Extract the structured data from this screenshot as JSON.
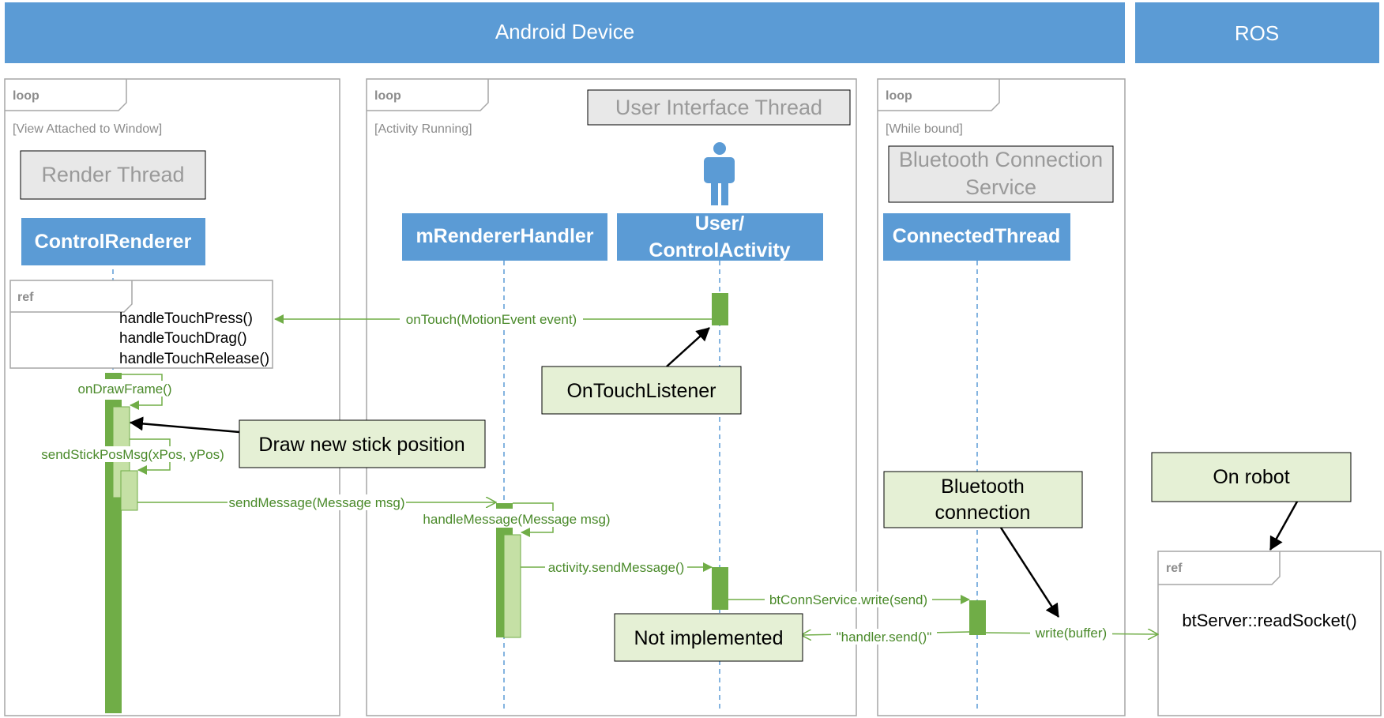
{
  "colors": {
    "header_blue": "#5b9bd5",
    "frame_border": "#a6a6a6",
    "thread_box": "#e8e8e8",
    "activation_dark": "#70ad47",
    "activation_light": "#c5e0a5",
    "message_green": "#4a8a2a",
    "note_fill": "#e5f0d5"
  },
  "headers": {
    "android": "Android Device",
    "ros": "ROS"
  },
  "frames": [
    {
      "kind": "loop",
      "guard": "[View Attached to Window]"
    },
    {
      "kind": "loop",
      "guard": "[Activity Running]"
    },
    {
      "kind": "loop",
      "guard": "[While bound]"
    }
  ],
  "threads": {
    "render": "Render Thread",
    "ui": "User Interface Thread",
    "bt_line1": "Bluetooth Connection",
    "bt_line2": "Service"
  },
  "lifelines": {
    "control_renderer": "ControlRenderer",
    "renderer_handler": "mRendererHandler",
    "user_line1": "User/",
    "user_line2": "ControlActivity",
    "connected_thread": "ConnectedThread"
  },
  "refs": {
    "left_label": "ref",
    "left_lines": [
      "handleTouchPress()",
      "handleTouchDrag()",
      "handleTouchRelease()"
    ],
    "right_label": "ref",
    "right_text": "btServer::readSocket()"
  },
  "messages": {
    "on_touch": "onTouch(MotionEvent event)",
    "on_draw_frame": "onDrawFrame()",
    "send_stick": "sendStickPosMsg(xPos, yPos)",
    "send_message": "sendMessage(Message msg)",
    "handle_message": "handleMessage(Message msg)",
    "activity_send": "activity.sendMessage()",
    "bt_write": "btConnService.write(send)",
    "handler_send": "\"handler.send()\"",
    "write_buffer": "write(buffer)"
  },
  "notes": {
    "on_touch_listener": "OnTouchListener",
    "draw_stick": "Draw new stick position",
    "not_implemented": "Not implemented",
    "bt_conn_line1": "Bluetooth",
    "bt_conn_line2": "connection",
    "on_robot": "On robot"
  }
}
